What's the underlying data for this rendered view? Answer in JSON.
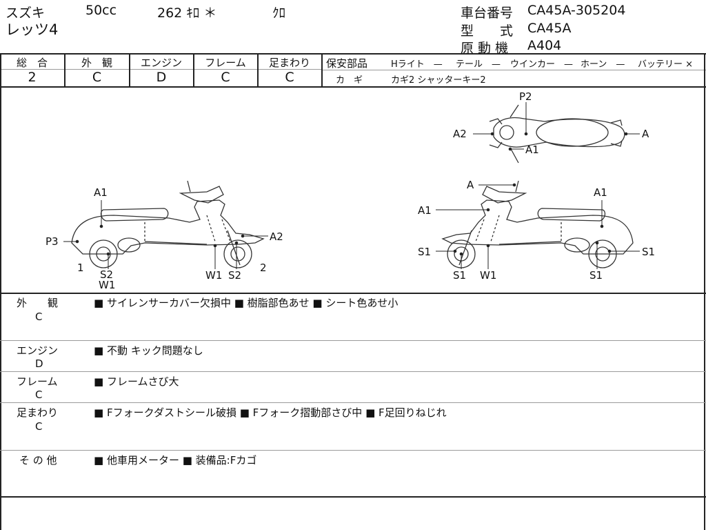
{
  "header": {
    "maker": "スズキ",
    "displacement": "50cc",
    "mileage": "262 ｷﾛ ＊",
    "color": "ｸﾛ",
    "model_name": "レッツ4",
    "frame_no_label": "車台番号",
    "frame_no": "CA45A-305204",
    "type_label": "型　　式",
    "type": "CA45A",
    "engine_label": "原 動 機",
    "engine": "A404"
  },
  "grades": {
    "headers": [
      "総　合",
      "外　観",
      "エンジン",
      "フレーム",
      "足まわり"
    ],
    "values": [
      "2",
      "C",
      "D",
      "C",
      "C"
    ]
  },
  "security": {
    "title": "保安部品",
    "items": [
      "Hライト　—",
      "テール　—",
      "ウインカー　—",
      "ホーン　—",
      "バッテリー ×"
    ],
    "key_label": "カ　ギ",
    "key_value": "カギ2 シャッターキー2"
  },
  "diagram_labels": {
    "left_a1": "A1",
    "left_p3": "P3",
    "left_a2": "A2",
    "left_1": "1",
    "left_2": "2",
    "left_s2a": "S2",
    "left_w1a": "W1",
    "left_w1b": "W1",
    "left_s2b": "S2",
    "top_p2": "P2",
    "top_a2": "A2",
    "top_a": "A",
    "top_a1": "A1",
    "right_a": "A",
    "right_a1a": "A1",
    "right_a1b": "A1",
    "right_s1a": "S1",
    "right_s1b": "S1",
    "right_s1c": "S1",
    "right_s1d": "S1",
    "right_w1": "W1"
  },
  "sections": [
    {
      "title": "外　　観",
      "grade": "C",
      "text": "■ サイレンサーカバー欠損中 ■ 樹脂部色あせ ■ シート色あせ小"
    },
    {
      "title": "エンジン",
      "grade": "D",
      "text": "■ 不動 キック問題なし"
    },
    {
      "title": "フレーム",
      "grade": "C",
      "text": "■ フレームさび大"
    },
    {
      "title": "足まわり",
      "grade": "C",
      "text": "■ Fフォークダストシール破損 ■ Fフォーク摺動部さび中 ■ F足回りねじれ"
    },
    {
      "title": "そ の 他",
      "grade": "",
      "text": "■ 他車用メーター ■ 装備品:Fカゴ"
    }
  ]
}
